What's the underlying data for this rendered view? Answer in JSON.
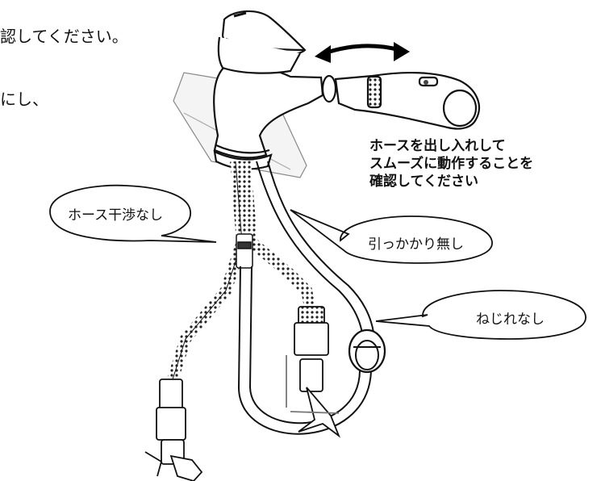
{
  "instructions": {
    "line1": "認してください。",
    "line2": "にし、"
  },
  "note": {
    "line1": "ホースを出し入れして",
    "line2": "スムーズに動作することを",
    "line3": "確認してください"
  },
  "callouts": {
    "hose_interference": "ホース干渉なし",
    "no_snag": "引っかかり無し",
    "no_twist": "ねじれなし"
  }
}
